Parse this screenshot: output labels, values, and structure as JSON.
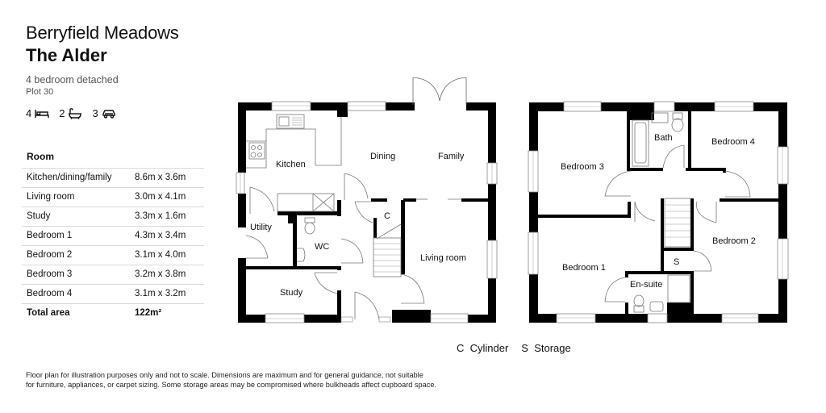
{
  "header": {
    "development": "Berryfield Meadows",
    "house_name": "The Alder",
    "house_type": "4 bedroom detached",
    "plot": "Plot 30"
  },
  "features": {
    "bedrooms": {
      "count": "4",
      "icon": "bed-icon"
    },
    "bathrooms": {
      "count": "2",
      "icon": "bath-icon"
    },
    "parking": {
      "count": "3",
      "icon": "car-icon"
    }
  },
  "room_table": {
    "header": "Room",
    "rows": [
      {
        "room": "Kitchen/dining/family",
        "dimensions": "8.6m x 3.6m"
      },
      {
        "room": "Living room",
        "dimensions": "3.0m x 4.1m"
      },
      {
        "room": "Study",
        "dimensions": "3.3m x 1.6m"
      },
      {
        "room": "Bedroom 1",
        "dimensions": "4.3m x 3.4m"
      },
      {
        "room": "Bedroom 2",
        "dimensions": "3.1m x 4.0m"
      },
      {
        "room": "Bedroom 3",
        "dimensions": "3.2m x 3.8m"
      },
      {
        "room": "Bedroom 4",
        "dimensions": "3.1m x 3.2m"
      }
    ],
    "total": {
      "label": "Total area",
      "value": "122m²"
    }
  },
  "ground_floor": {
    "labels": {
      "kitchen": "Kitchen",
      "dining": "Dining",
      "family": "Family",
      "utility": "Utility",
      "wc": "WC",
      "cylinder": "C",
      "living_room": "Living room",
      "study": "Study"
    }
  },
  "first_floor": {
    "labels": {
      "bedroom3": "Bedroom 3",
      "bath": "Bath",
      "bedroom4": "Bedroom 4",
      "bedroom1": "Bedroom 1",
      "bedroom2": "Bedroom 2",
      "storage": "S",
      "ensuite": "En-suite"
    }
  },
  "legend": {
    "cylinder": "C  Cylinder",
    "storage": "S  Storage"
  },
  "disclaimer": {
    "line1": "Floor plan for illustration purposes only and not to scale. Dimensions are maximum and for general guidance, not suitable",
    "line2": "for furniture, appliances, or carpet sizing. Some storage areas may be compromised where bulkheads affect cupboard space."
  }
}
